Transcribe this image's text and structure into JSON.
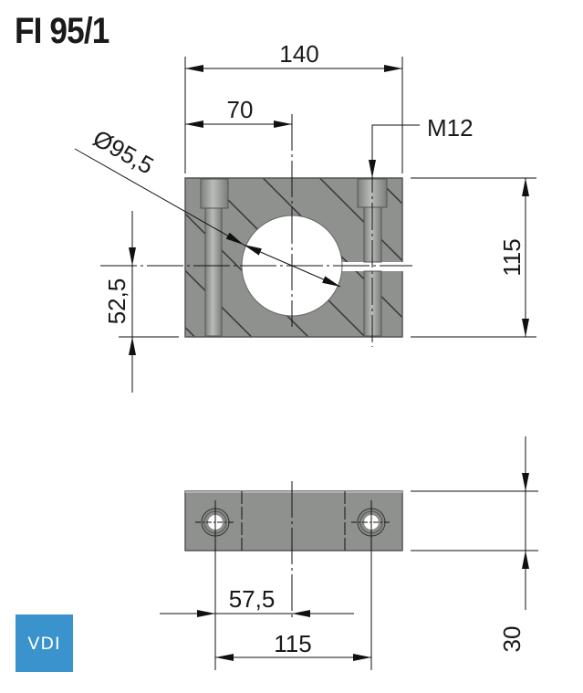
{
  "title": "FI 95/1",
  "badge": {
    "label": "VDI",
    "color": "#3a93cc"
  },
  "colors": {
    "part_fill": "#8f918e",
    "bore_fill": "#a3a6a3",
    "line": "#111111",
    "background": "#ffffff"
  },
  "front_view": {
    "dimensions": {
      "overall_width": "140",
      "half_width": "70",
      "bore_diameter": "Ø95,5",
      "thread": "M12",
      "height": "115",
      "center_height": "52,5"
    }
  },
  "bottom_view": {
    "dimensions": {
      "hole_to_center": "57,5",
      "hole_spacing": "115",
      "thickness": "30"
    }
  }
}
